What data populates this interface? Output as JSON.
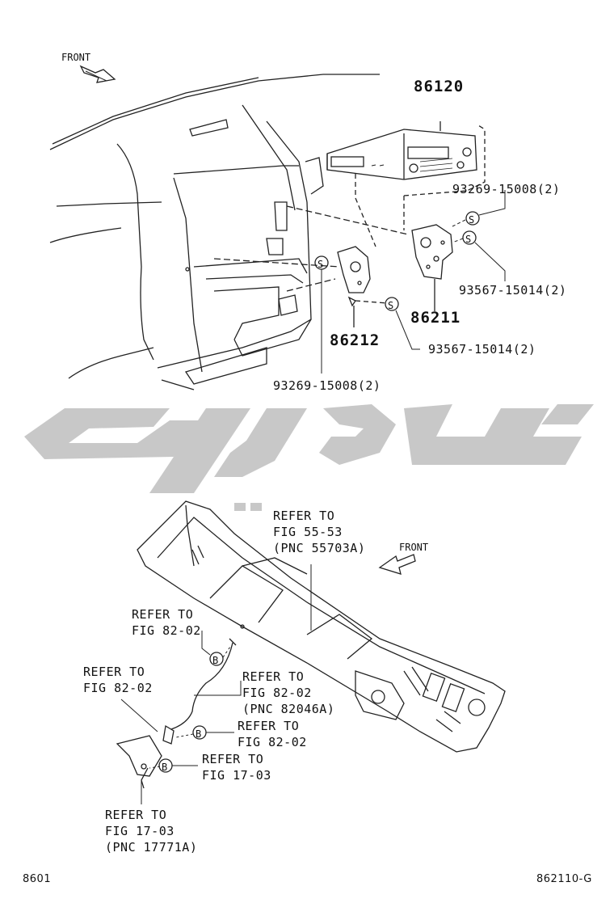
{
  "top_diagram": {
    "front_label": "FRONT",
    "parts": {
      "radio_unit": "86120",
      "bracket_right": "86211",
      "bracket_left": "86212"
    },
    "screws": {
      "screw_top_right": "93269-15008(2)",
      "screw_mid_right": "93567-15014(2)",
      "screw_lower_right": "93567-15014(2)",
      "screw_bottom": "93269-15008(2)"
    },
    "screw_symbol": "S"
  },
  "watermark": {
    "brand_color": "#c8c8c8"
  },
  "bottom_diagram": {
    "front_label": "FRONT",
    "clip_symbol": "B",
    "refs": {
      "ref_55_53": [
        "REFER TO",
        "FIG 55-53",
        "(PNC 55703A)"
      ],
      "ref_82_02_top": [
        "REFER TO",
        "FIG 82-02"
      ],
      "ref_82_02_left": [
        "REFER TO",
        "FIG 82-02"
      ],
      "ref_82_02_pnc": [
        "REFER TO",
        "FIG 82-02",
        "(PNC 82046A)"
      ],
      "ref_82_02_right": [
        "REFER TO",
        "FIG 82-02"
      ],
      "ref_17_03_right": [
        "REFER TO",
        "FIG 17-03"
      ],
      "ref_17_03_bottom": [
        "REFER TO",
        "FIG 17-03",
        "(PNC 17771A)"
      ]
    }
  },
  "footer": {
    "left_code": "8601",
    "right_code": "862110-G"
  }
}
